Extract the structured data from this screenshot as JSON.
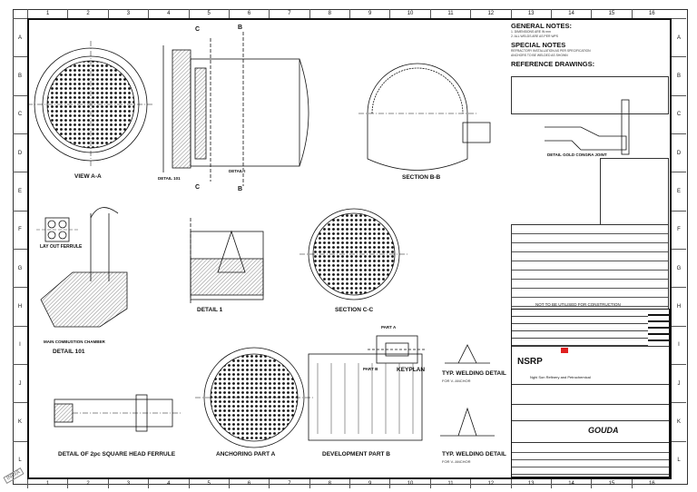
{
  "border": {
    "columns": [
      "1",
      "2",
      "3",
      "4",
      "5",
      "6",
      "7",
      "8",
      "9",
      "10",
      "11",
      "12",
      "13",
      "14",
      "15",
      "16"
    ],
    "rows": [
      "A",
      "B",
      "C",
      "D",
      "E",
      "F",
      "G",
      "H",
      "I",
      "J",
      "K",
      "L"
    ]
  },
  "views": {
    "view_aa": "VIEW A-A",
    "detail_101_top": "DETAIL 101",
    "detail_top": "DETAIL I",
    "section_bb": "SECTION B-B",
    "layout_ferrule": "LAY OUT FERRULE",
    "main_chamber": "MAIN COMBUSTION CHAMBER",
    "detail_101": "DETAIL 101",
    "detail_1": "DETAIL 1",
    "section_cc": "SECTION C-C",
    "detail_ferrule": "DETAIL OF 2pc SQUARE HEAD FERRULE",
    "anchoring": "ANCHORING PART A",
    "development": "DEVELOPMENT PART B",
    "keyplan": "KEYPLAN",
    "part_a": "PART A",
    "part_b": "PART B",
    "weld_1": "TYP. WELDING DETAIL",
    "weld_1_sub": "FOR V- ANCHOR",
    "weld_2": "TYP. WELDING DETAIL",
    "weld_2_sub": "FOR V- ANCHOR",
    "detail_gold": "DETAIL GOLD CONGRA JOINT",
    "cut_c1": "C",
    "cut_c2": "C",
    "cut_b1": "B",
    "cut_b2": "B"
  },
  "notes": {
    "general_title": "GENERAL NOTES:",
    "general_lines": [
      "1. DIMENSIONS ARE IN mm",
      "2. ALL WELDS ARE AS PER WPS"
    ],
    "special_title": "SPECIAL NOTES",
    "special_lines": [
      "REFRACTORY INSTALLATION AS PER SPECIFICATION",
      "ANCHORS TO BE WELDED AS SHOWN"
    ],
    "reference_title": "REFERENCE DRAWINGS:"
  },
  "title_block": {
    "issue_note": "NOT TO BE UTILISED FOR CONSTRUCTION",
    "client": "NSRP",
    "client_sub": "Nghi Son Refinery and Petrochemical",
    "brand": "GOUDA"
  },
  "stamp": "INDIA"
}
